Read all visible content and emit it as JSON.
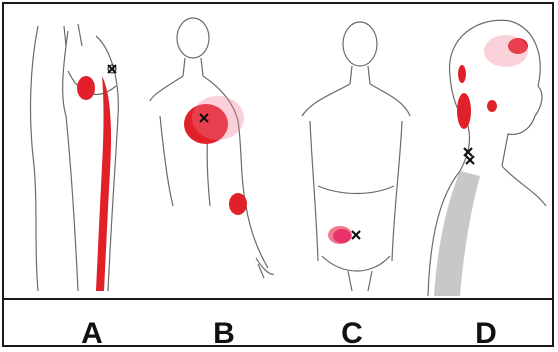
{
  "panels": [
    {
      "label": "A",
      "figure": "back-of-hip-and-leg",
      "marker": "x-mark"
    },
    {
      "label": "B",
      "figure": "upper-body-front-with-arm",
      "marker": "x-mark"
    },
    {
      "label": "C",
      "figure": "torso-front",
      "marker": "x-mark"
    },
    {
      "label": "D",
      "figure": "head-and-neck-side",
      "marker": "x-mark"
    }
  ],
  "colors": {
    "referral_red": "#e2202a",
    "referral_pink": "#f27a8e",
    "outline": "#6b6b6b",
    "muscle_grey": "#9a9a9a",
    "marker": "#111111"
  }
}
